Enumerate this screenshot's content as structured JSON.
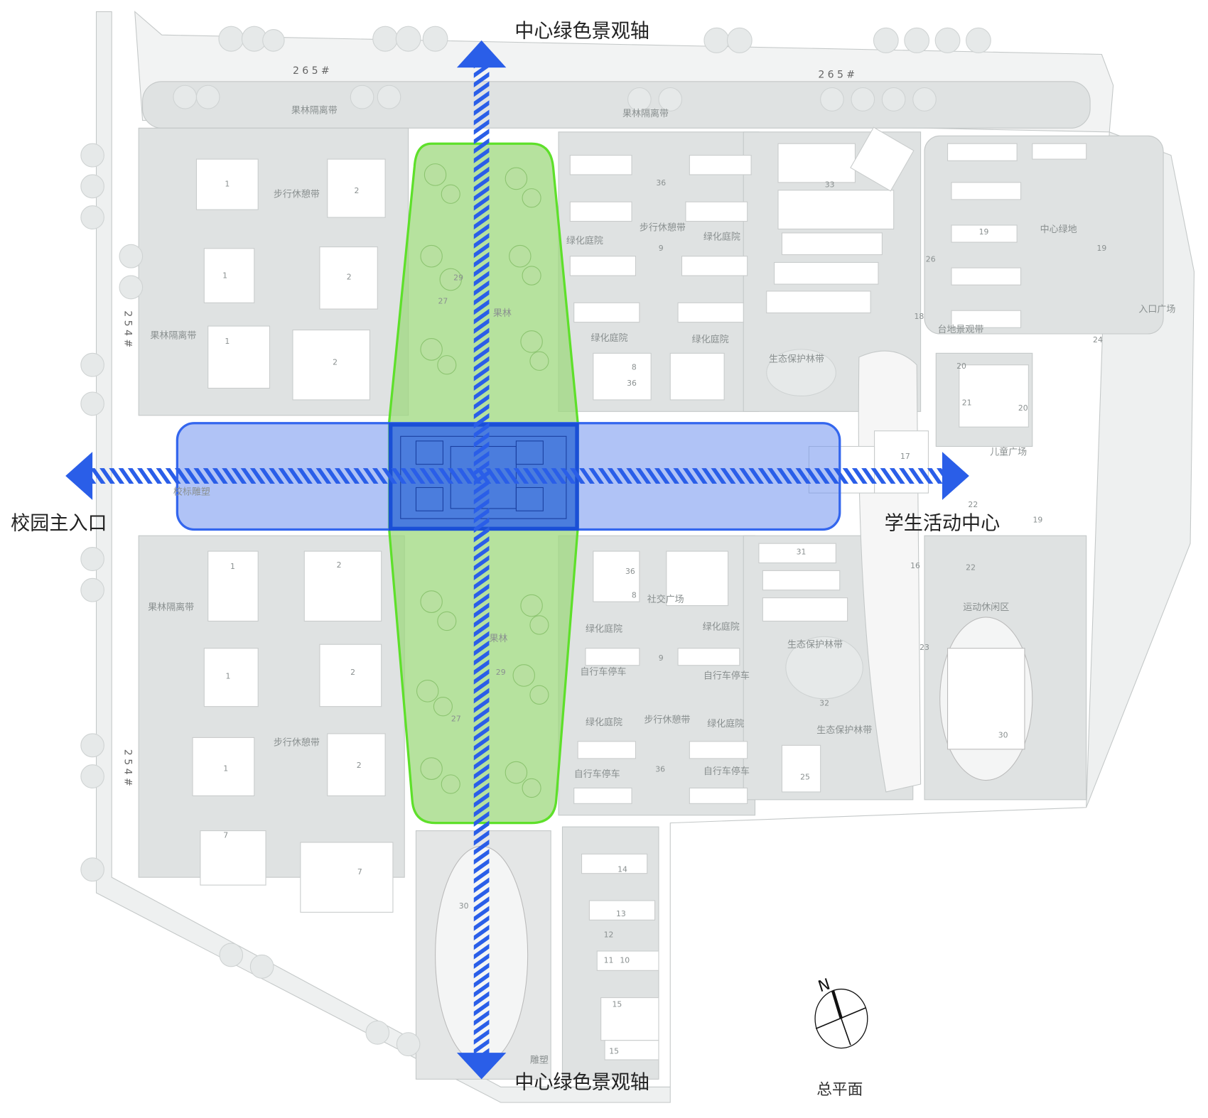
{
  "axis_labels": {
    "north": "中心绿色景观轴",
    "south": "中心绿色景观轴",
    "west": "校园主入口",
    "east": "学生活动中心"
  },
  "compass": {
    "north_letter": "N",
    "icon": "north-arrow-icon"
  },
  "title": "总平面",
  "road_labels": [
    "265#",
    "265#",
    "254#",
    "254#"
  ],
  "zone_labels": [
    "果林隔离带",
    "果林隔离带",
    "步行休憩带",
    "果林隔离带",
    "绿化庭院",
    "步行休憩带",
    "绿化庭院",
    "绿化庭院",
    "绿化庭院",
    "生态保护林带",
    "中心绿地",
    "入口广场",
    "台地景观带",
    "儿童广场",
    "校标雕塑",
    "果林",
    "运动休闲区",
    "社交广场",
    "绿化庭院",
    "绿化庭院",
    "生态保护林带",
    "自行车停车",
    "自行车停车",
    "绿化庭院",
    "步行休憩带",
    "绿化庭院",
    "生态保护林带",
    "自行车停车",
    "自行车停车",
    "步行休憩带",
    "果林隔离带",
    "果林",
    "雕塑"
  ],
  "building_numbers": [
    "1",
    "2",
    "1",
    "2",
    "1",
    "2",
    "36",
    "9",
    "33",
    "19",
    "19",
    "26",
    "18",
    "24",
    "20",
    "21",
    "20",
    "17",
    "29",
    "27",
    "8",
    "36",
    "22",
    "19",
    "22",
    "16",
    "31",
    "36",
    "8",
    "9",
    "1",
    "2",
    "1",
    "2",
    "1",
    "2",
    "7",
    "7",
    "29",
    "27",
    "36",
    "32",
    "25",
    "30",
    "23",
    "30",
    "14",
    "13",
    "12",
    "11",
    "10",
    "15",
    "15"
  ],
  "colors": {
    "green_axis_fill": "#9ed87e",
    "green_axis_stroke": "#5ee02a",
    "blue_band_fill": "#7d9cf0",
    "blue_band_stroke": "#3366ee",
    "center_square": "#1a4fd6",
    "arrow": "#2a5ee8",
    "site_gray": "#d9dcdc"
  }
}
